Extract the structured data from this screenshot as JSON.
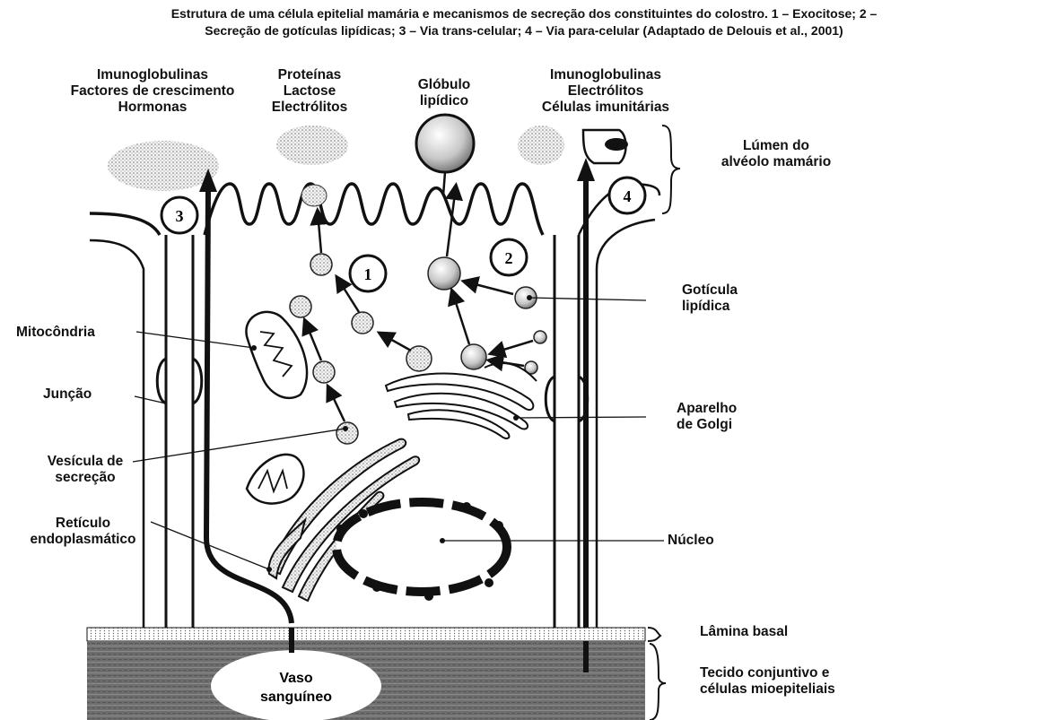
{
  "caption": {
    "line1": "Estrutura de uma célula epitelial mamária e mecanismos de secreção dos constituintes do colostro. 1 – Exocitose; 2 –",
    "line2": "Secreção de gotículas lipídicas; 3 – Via trans-celular; 4 – Via para-celular (Adaptado de Delouis et al., 2001)"
  },
  "top_labels": {
    "group1": [
      "Imunoglobulinas",
      "Factores de crescimento",
      "Hormonas"
    ],
    "group2": [
      "Proteínas",
      "Lactose",
      "Electrólitos"
    ],
    "group3": [
      "Glóbulo",
      "lipídico"
    ],
    "group4": [
      "Imunoglobulinas",
      "Electrólitos",
      "Células imunitárias"
    ]
  },
  "right_labels": {
    "lumen": [
      "Lúmen do",
      "alvéolo mamário"
    ],
    "droplet": [
      "Gotícula",
      "lipídica"
    ],
    "golgi": [
      "Aparelho",
      "de Golgi"
    ],
    "nucleus": "Núcleo",
    "basal": "Lâmina basal",
    "connective": [
      "Tecido conjuntivo e",
      "células mioepiteliais"
    ]
  },
  "left_labels": {
    "mito": "Mitocôndria",
    "junction": "Junção",
    "vesicle": [
      "Vesícula de",
      "secreção"
    ],
    "er": [
      "Retículo",
      "endoplasmático"
    ]
  },
  "vessel": [
    "Vaso",
    "sanguíneo"
  ],
  "pathway_numbers": [
    "1",
    "2",
    "3",
    "4"
  ]
}
